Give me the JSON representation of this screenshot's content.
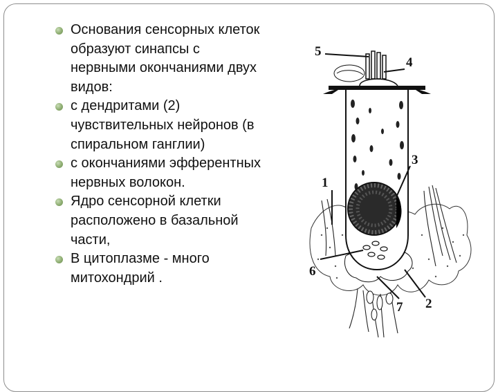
{
  "bullets": [
    {
      "text": "Основания сенсорных клеток образуют синапсы с нервными окончаниями двух видов:"
    },
    {
      "text": "с дендритами (2) чувствительных нейронов (в спиральном ганглии)"
    },
    {
      "text": "с окончаниями эфферентных нервных волокон."
    },
    {
      "text": "Ядро  сенсорной клетки расположено в базальной части,"
    },
    {
      "text": "В цитоплазме  - много митохондрий ."
    }
  ],
  "bullet_color": "#8fae72",
  "figure": {
    "labels": [
      "5",
      "4",
      "3",
      "1",
      "6",
      "7",
      "2"
    ]
  }
}
